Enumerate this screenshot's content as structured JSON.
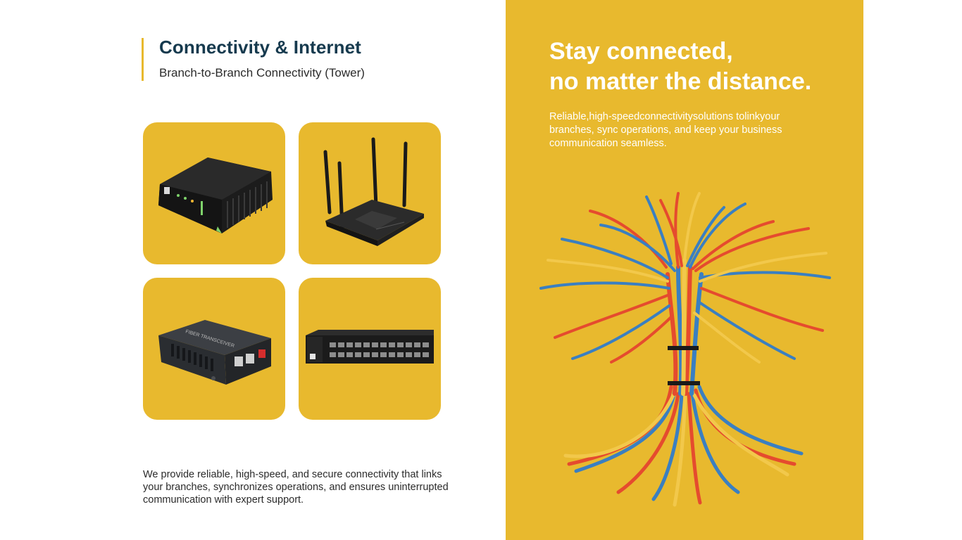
{
  "header": {
    "title": "Connectivity & Internet",
    "subtitle": "Branch-to-Branch Connectivity (Tower)"
  },
  "devices": [
    {
      "name": "modem-image"
    },
    {
      "name": "wifi-router-image"
    },
    {
      "name": "media-converter-image"
    },
    {
      "name": "network-switch-image"
    }
  ],
  "body": {
    "text": "We provide reliable, high-speed, and secure connectivity that links your branches, synchronizes operations, and ensures uninterrupted communication with expert support."
  },
  "panel": {
    "headline_line1": "Stay connected,",
    "headline_line2": "no matter the distance.",
    "description": "Reliable,high-speedconnectivitysolutions tolinkyour branches, sync operations, and keep your business communication seamless.",
    "image": "cable-tree-illustration"
  },
  "colors": {
    "accent": "#e8b92e",
    "title": "#163a4e",
    "text": "#2b2b2b",
    "panel_text": "#ffffff"
  }
}
